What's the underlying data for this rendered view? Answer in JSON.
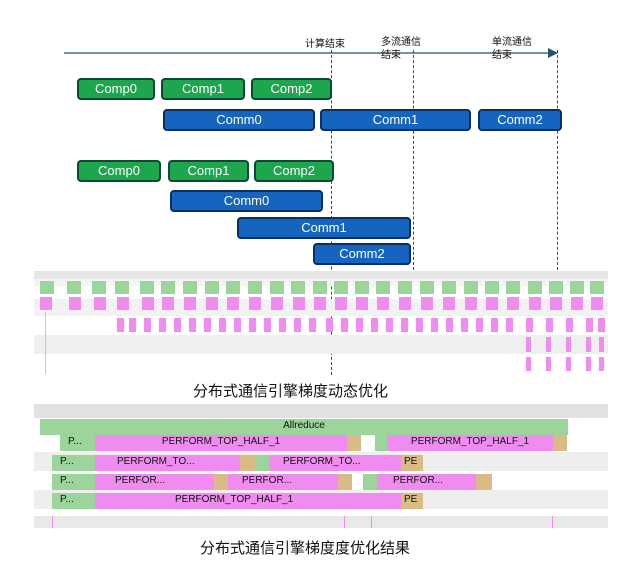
{
  "timeline": {
    "milestones": [
      {
        "lines": [
          "计算结束"
        ]
      },
      {
        "lines": [
          "多流通信",
          "结束"
        ]
      },
      {
        "lines": [
          "单流通信",
          "结束"
        ]
      }
    ],
    "before": {
      "comp": [
        "Comp0",
        "Comp1",
        "Comp2"
      ],
      "comm": [
        "Comm0",
        "Comm1",
        "Comm2"
      ]
    },
    "after": {
      "comp": [
        "Comp0",
        "Comp1",
        "Comp2"
      ],
      "comm": [
        "Comm0",
        "Comm1",
        "Comm2"
      ]
    }
  },
  "captions": {
    "top": "分布式通信引擎梯度动态优化",
    "bottom": "分布式通信引擎梯度度优化结果"
  },
  "trace_bottom": {
    "allreduce": "Allreduce",
    "rows": [
      [
        "P...",
        "PERFORM_TOP_HALF_1",
        "PERFORM_TOP_HALF_1"
      ],
      [
        "P...",
        "PERFORM_TO...",
        "PERFORM_TO...",
        "PE"
      ],
      [
        "P...",
        "PERFOR...",
        "PERFOR...",
        "PERFOR..."
      ],
      [
        "P...",
        "PERFORM_TOP_HALF_1",
        "PE"
      ]
    ]
  },
  "colors": {
    "comp": "#1ea64e",
    "comm": "#1565c0",
    "trace_green": "#9bd59b",
    "trace_pink": "#f08cf0",
    "trace_tan": "#d9bb86"
  }
}
